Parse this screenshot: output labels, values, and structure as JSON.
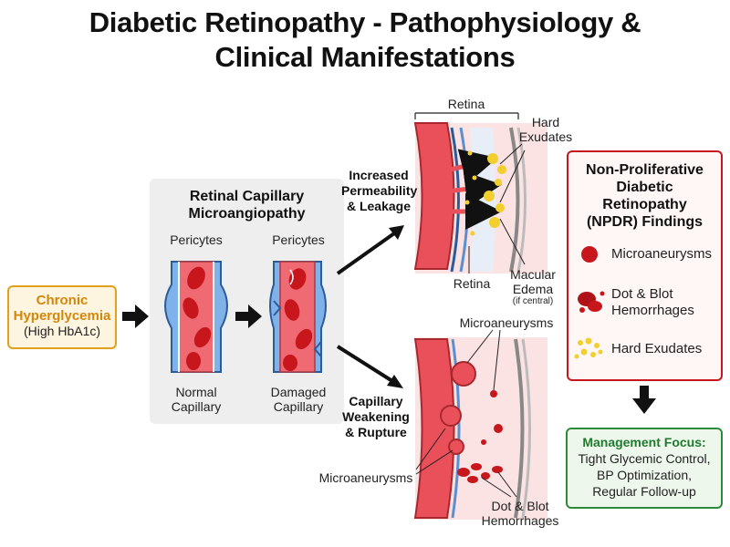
{
  "title": {
    "line1": "Diabetic Retinopathy - Pathophysiology &",
    "line2": "Clinical Manifestations"
  },
  "chronic": {
    "title_line1": "Chronic",
    "title_line2": "Hyperglycemia",
    "subtitle": "(High HbA1c)"
  },
  "microangiopathy": {
    "title_line1": "Retinal Capillary",
    "title_line2": "Microangiopathy",
    "pericytes_left": "Pericytes",
    "pericytes_right": "Pericytes",
    "normal_line1": "Normal",
    "normal_line2": "Capillary",
    "damaged_line1": "Damaged",
    "damaged_line2": "Capillary"
  },
  "permeability": {
    "line1": "Increased",
    "line2": "Permeability",
    "line3": "& Leakage",
    "retina_top": "Retina",
    "retina_bottom": "Retina",
    "hard_line1": "Hard",
    "hard_line2": "Exudates",
    "macular_line1": "Macular",
    "macular_line2": "Edema",
    "macular_note": "(if central)"
  },
  "weakening": {
    "line1": "Capillary",
    "line2": "Weakening",
    "line3": "& Rupture",
    "micro_top": "Microaneurysms",
    "micro_left": "Microaneurysms",
    "dot_line1": "Dot & Blot",
    "dot_line2": "Hemorrhages"
  },
  "npdr": {
    "title_line1": "Non-Proliferative",
    "title_line2": "Diabetic",
    "title_line3": "Retinopathy",
    "title_line4": "(NPDR) Findings",
    "items": [
      {
        "label_line1": "Microaneurysms",
        "label_line2": "",
        "icon": "microaneurysm-icon"
      },
      {
        "label_line1": "Dot & Blot",
        "label_line2": "Hemorrhages",
        "icon": "hemorrhage-icon"
      },
      {
        "label_line1": "Hard Exudates",
        "label_line2": "",
        "icon": "exudate-icon"
      }
    ]
  },
  "management": {
    "heading": "Management Focus:",
    "line1": "Tight Glycemic Control,",
    "line2": "BP Optimization,",
    "line3": "Regular Follow-up"
  },
  "colors": {
    "chronic_border": "#e3a01a",
    "npdr_border": "#c8161d",
    "management_border": "#2e8a3a",
    "vessel": "#e9505a",
    "rbc": "#c8161d",
    "pericyte": "#5b8fd0",
    "exudate": "#f2cf2e"
  }
}
